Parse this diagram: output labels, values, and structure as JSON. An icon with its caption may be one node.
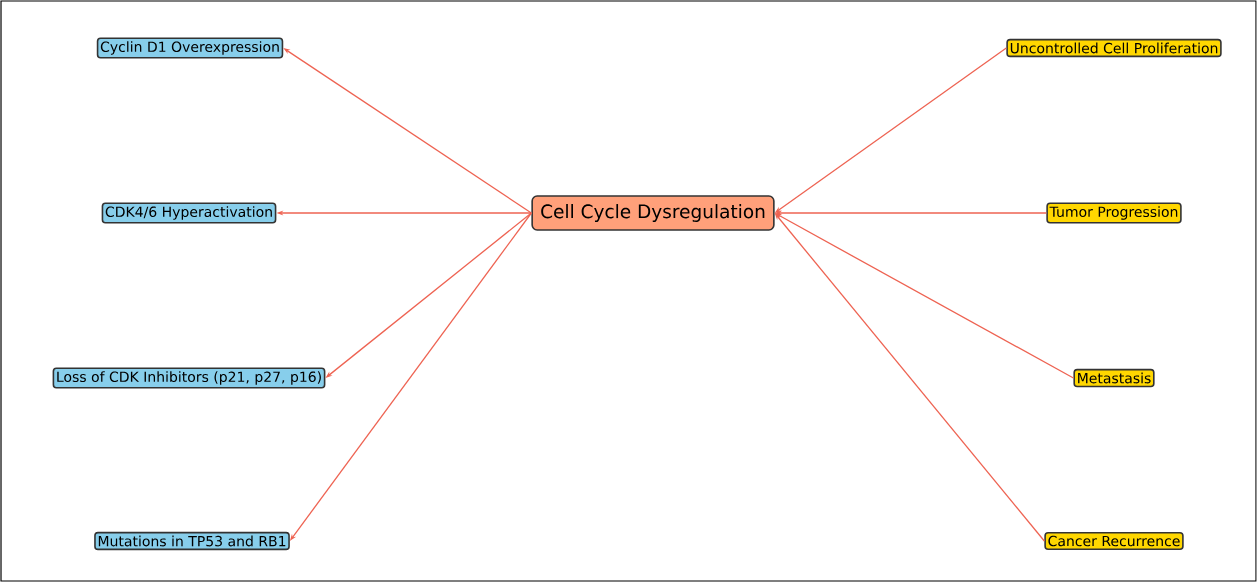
{
  "diagram": {
    "nodes": [
      {
        "text": [
          "Cyclin D1 Overexpression"
        ]
      },
      {
        "text": [
          "CDK4/6 Hyperactivation"
        ]
      },
      {
        "text": [
          "Loss of CDK Inhibitors (p21, p27, p16)"
        ]
      },
      {
        "text": [
          "Mutations in TP53 and RB1"
        ]
      },
      {
        "text": [
          "Cell Cycle Dysregulation"
        ]
      },
      {
        "text": [
          "Uncontrolled Cell Proliferation"
        ]
      },
      {
        "text": [
          "Tumor Progression"
        ]
      },
      {
        "text": [
          "Metastasis"
        ]
      },
      {
        "text": [
          "Cancer Recurrence"
        ]
      }
    ],
    "edges": [
      {
        "from": 4,
        "to": 0,
        "arrow": "to"
      },
      {
        "from": 4,
        "to": 1,
        "arrow": "to"
      },
      {
        "from": 4,
        "to": 2,
        "arrow": "to"
      },
      {
        "from": 4,
        "to": 3,
        "arrow": "to"
      },
      {
        "from": 5,
        "to": 4,
        "arrow": "to"
      },
      {
        "from": 6,
        "to": 4,
        "arrow": "to"
      },
      {
        "from": 7,
        "to": 4,
        "arrow": "to"
      },
      {
        "from": 8,
        "to": 4,
        "arrow": "to"
      }
    ]
  }
}
